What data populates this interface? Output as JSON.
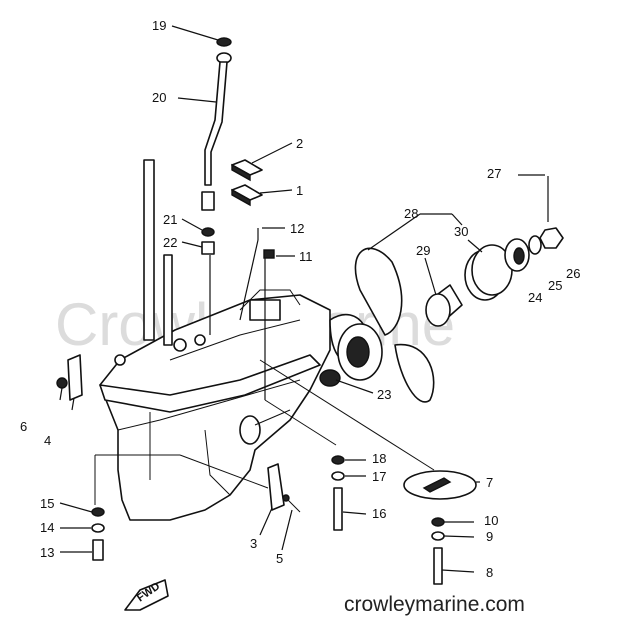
{
  "diagram": {
    "watermark": "CrowleyMarine",
    "site_url": "crowleymarine.com",
    "fwd_label": "FWD",
    "callouts": {
      "c1": "1",
      "c2": "2",
      "c3": "3",
      "c4": "4",
      "c5": "5",
      "c6": "6",
      "c7": "7",
      "c8": "8",
      "c9": "9",
      "c10": "10",
      "c11": "11",
      "c12": "12",
      "c13": "13",
      "c14": "14",
      "c15": "15",
      "c16": "16",
      "c17": "17",
      "c18": "18",
      "c19": "19",
      "c20": "20",
      "c21": "21",
      "c22": "22",
      "c23": "23",
      "c24": "24",
      "c25": "25",
      "c26": "26",
      "c27": "27",
      "c28": "28",
      "c29": "29",
      "c30": "30"
    }
  }
}
